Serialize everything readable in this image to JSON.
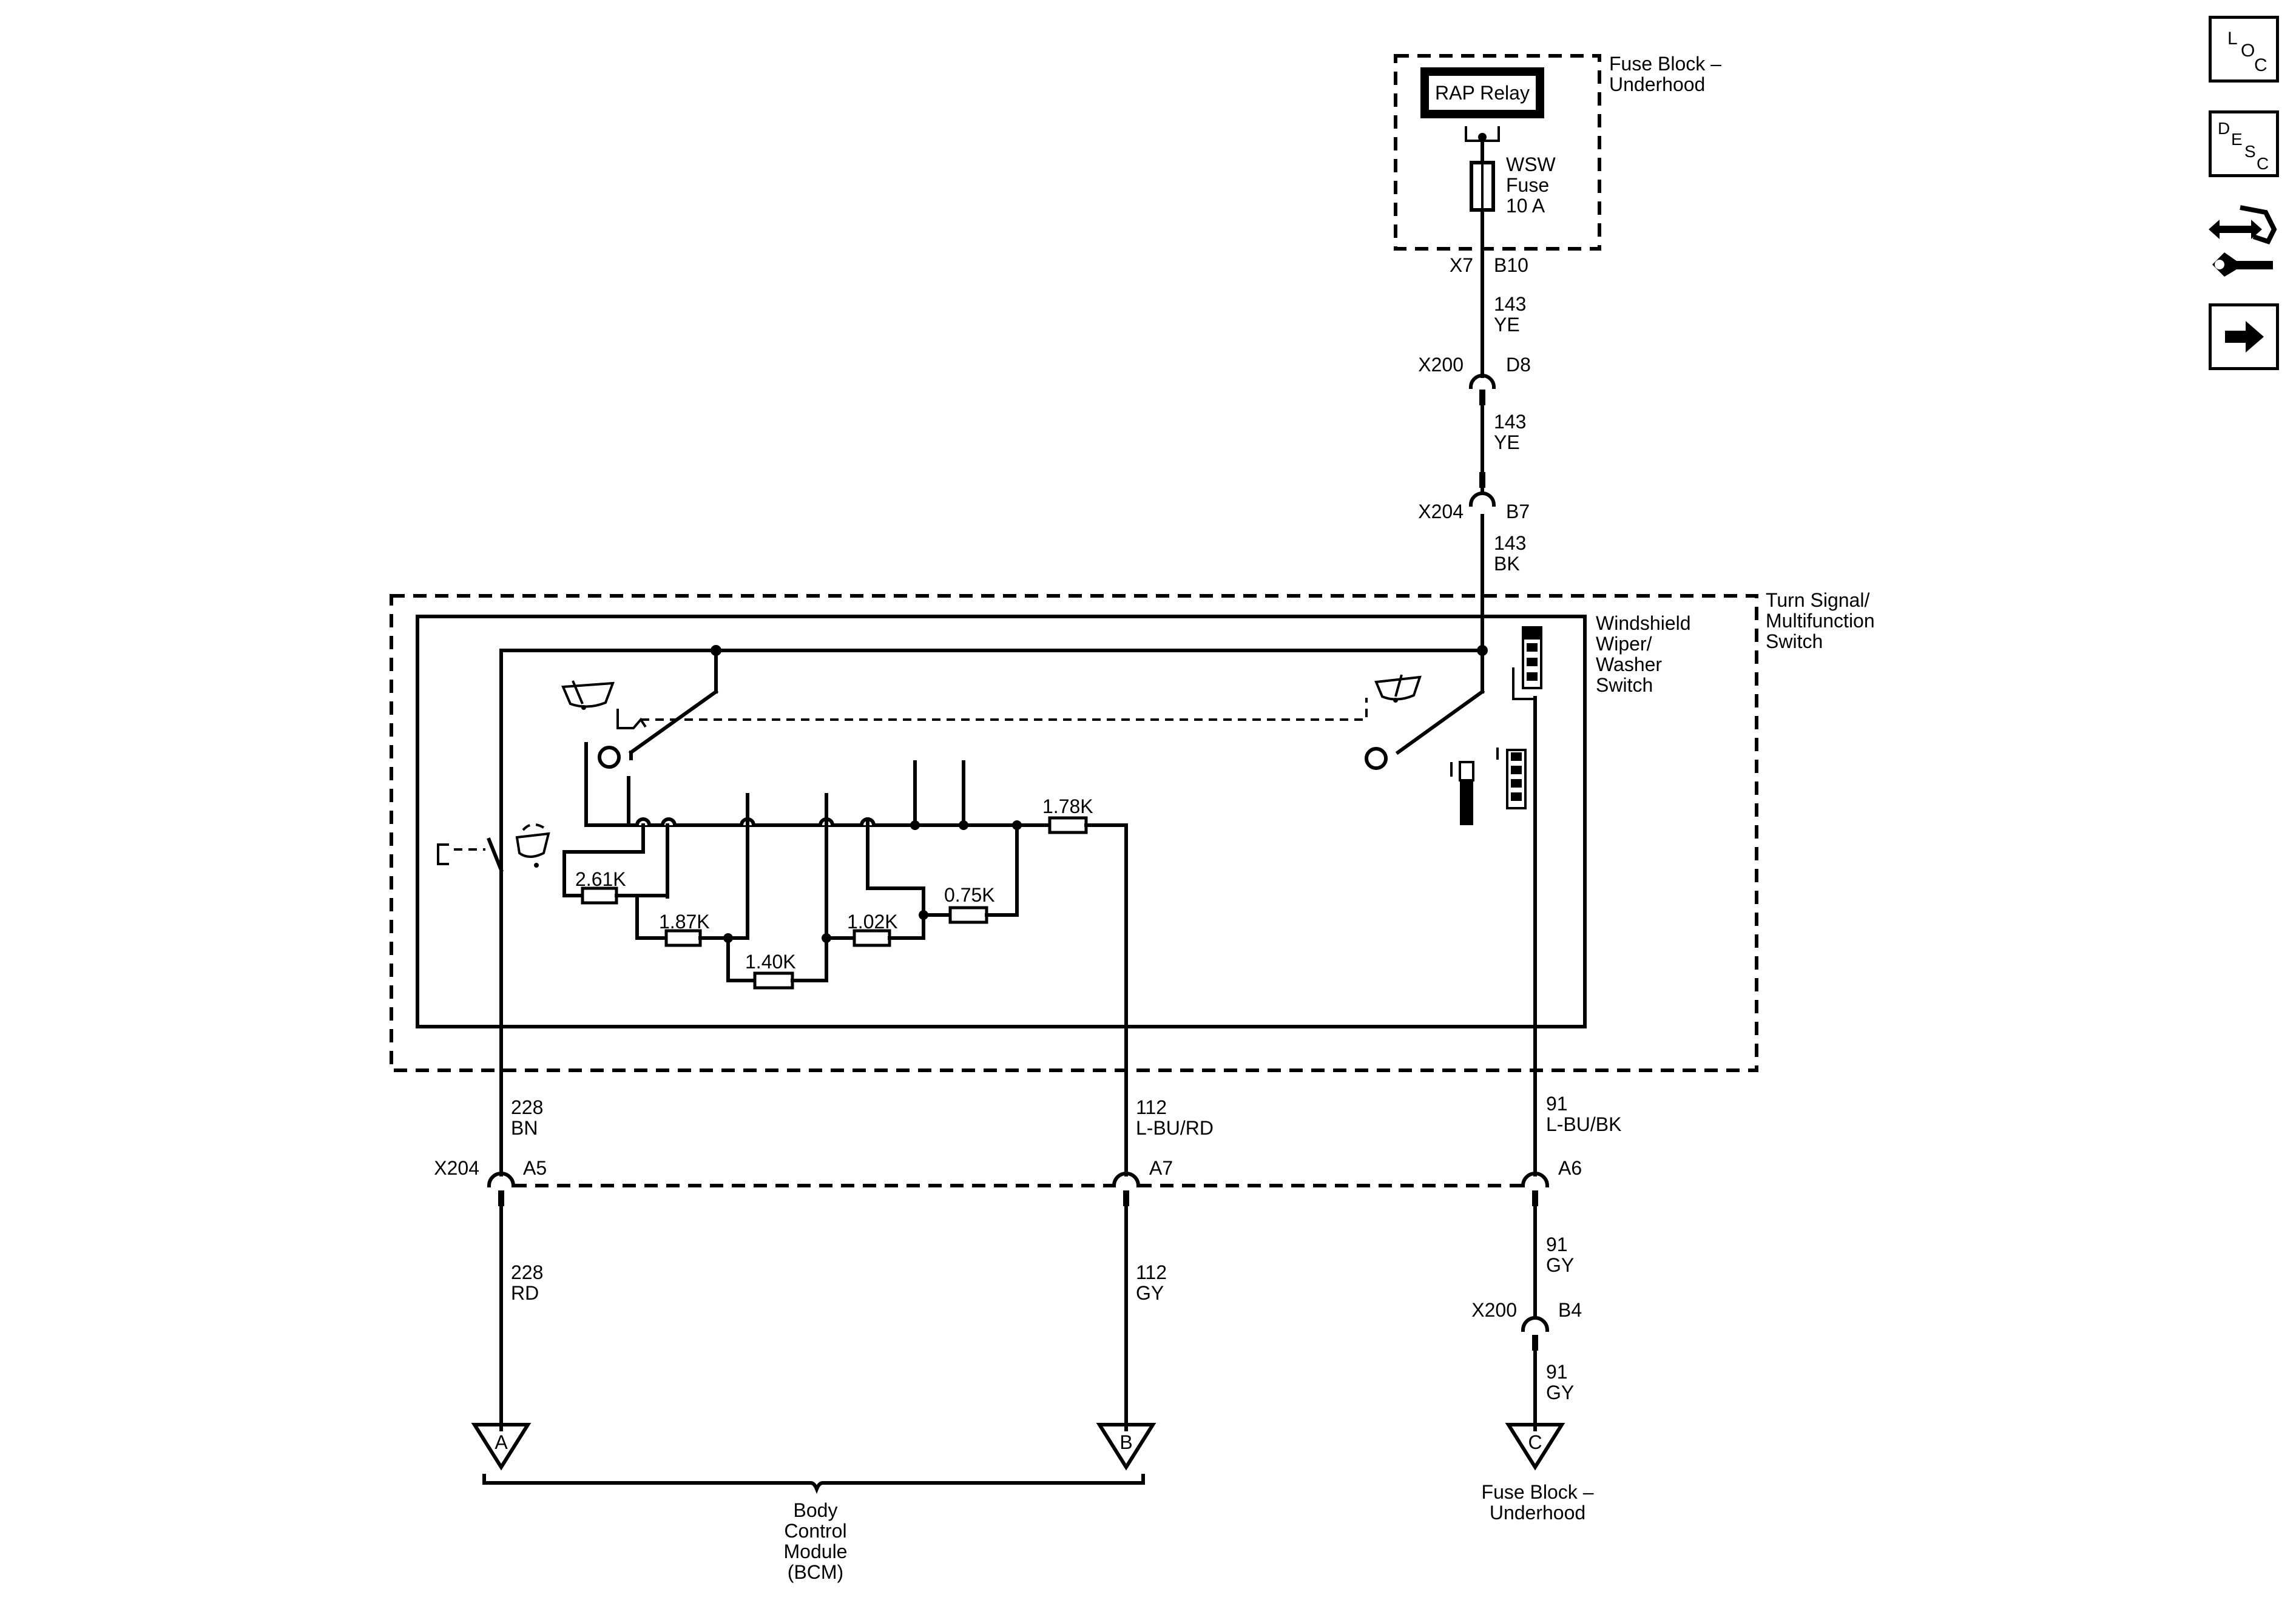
{
  "fuse_block_top": {
    "title_line1": "Fuse Block –",
    "title_line2": "Underhood",
    "relay_label": "RAP Relay",
    "fuse_line1": "WSW",
    "fuse_line2": "Fuse",
    "fuse_line3": "10 A"
  },
  "top_wire": {
    "x7_conn": "X7",
    "b10_pin": "B10",
    "seg1_circuit": "143",
    "seg1_color": "YE",
    "x200_conn": "X200",
    "d8_pin": "D8",
    "seg2_circuit": "143",
    "seg2_color": "YE",
    "x204_conn": "X204",
    "b7_pin": "B7",
    "seg3_circuit": "143",
    "seg3_color": "BK"
  },
  "switch": {
    "outer_line1": "Turn Signal/",
    "outer_line2": "Multifunction",
    "outer_line3": "Switch",
    "inner_line1": "Windshield",
    "inner_line2": "Wiper/",
    "inner_line3": "Washer",
    "inner_line4": "Switch",
    "resistors": [
      "2.61K",
      "1.87K",
      "1.40K",
      "1.02K",
      "0.75K",
      "1.78K"
    ]
  },
  "bottom": {
    "x204_conn": "X204",
    "a5_pin": "A5",
    "a5_upper_circuit": "228",
    "a5_upper_color": "BN",
    "a5_lower_circuit": "228",
    "a5_lower_color": "RD",
    "a7_pin": "A7",
    "a7_upper_circuit": "112",
    "a7_upper_color": "L-BU/RD",
    "a7_lower_circuit": "112",
    "a7_lower_color": "GY",
    "a6_pin": "A6",
    "a6_upper_circuit": "91",
    "a6_upper_color": "L-BU/BK",
    "a6_mid_circuit": "91",
    "a6_mid_color": "GY",
    "x200_conn": "X200",
    "b4_pin": "B4",
    "a6_lower_circuit": "91",
    "a6_lower_color": "GY",
    "term_a": "A",
    "term_b": "B",
    "term_c": "C",
    "bcm_line1": "Body",
    "bcm_line2": "Control",
    "bcm_line3": "Module",
    "bcm_line4": "(BCM)",
    "fb_line1": "Fuse Block –",
    "fb_line2": "Underhood"
  },
  "side_buttons": {
    "loc": [
      "L",
      "O",
      "C"
    ],
    "desc": [
      "D",
      "E",
      "S",
      "C"
    ],
    "swap_icon": "swap-wrench-icon",
    "next_icon": "arrow-right-icon"
  }
}
